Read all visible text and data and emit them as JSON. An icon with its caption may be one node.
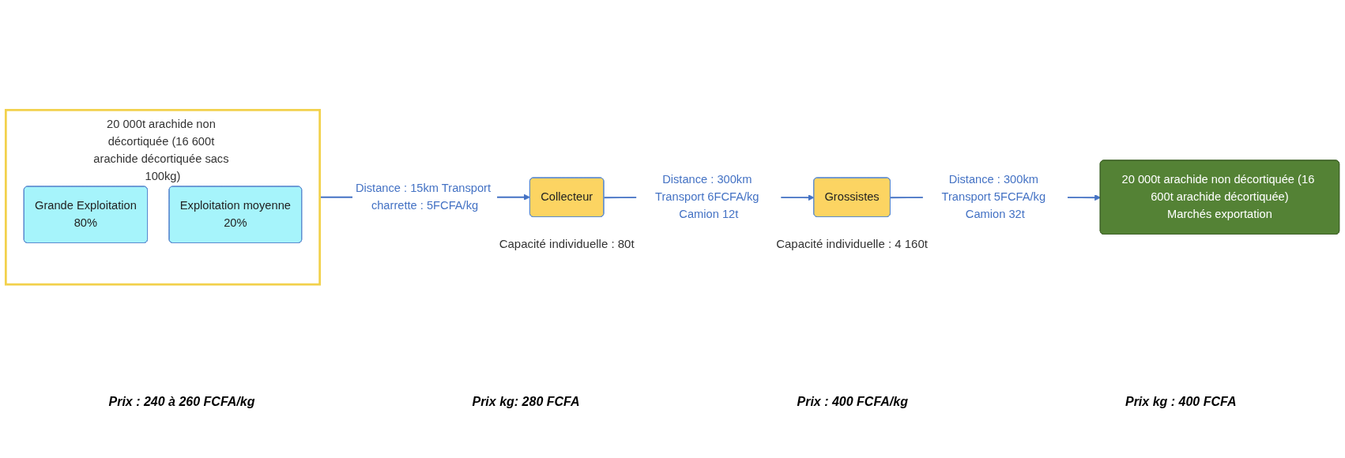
{
  "diagram": {
    "nodes": [
      {
        "text": [
          "20 000t arachide non décortiquée (16 600t arachide décortiquée sacs 100kg)"
        ]
      },
      {
        "text": [
          "Grande Exploitation",
          "80%"
        ],
        "in": 0
      },
      {
        "text": [
          "Exploitation moyenne",
          "20%"
        ],
        "in": 0
      },
      {
        "text": [
          "Collecteur"
        ],
        "beside": [
          "Capacité individuelle : 80t"
        ]
      },
      {
        "text": [
          "Grossistes"
        ],
        "beside": [
          "Capacité individuelle : 4 160t"
        ]
      },
      {
        "text": [
          "20 000t arachide non décortiquée (16 600t arachide décortiquée)",
          "Marchés exportation"
        ]
      }
    ],
    "edges": [
      {
        "from": 0,
        "to": 3,
        "arrow": "to",
        "label": "Distance : 15km Transport charrette : 5FCFA/kg"
      },
      {
        "from": 3,
        "to": 4,
        "arrow": "to",
        "label": "Distance : 300km Transport 6FCFA/kg Camion 12t"
      },
      {
        "from": 4,
        "to": 5,
        "arrow": "to",
        "label": "Distance : 300km Transport 5FCFA/kg Camion 32t"
      }
    ],
    "labels": [
      "Prix : 240 à 260 FCFA/kg",
      "Prix kg: 280 FCFA",
      "Prix : 400 FCFA/kg",
      "Prix kg : 400 FCFA"
    ]
  }
}
